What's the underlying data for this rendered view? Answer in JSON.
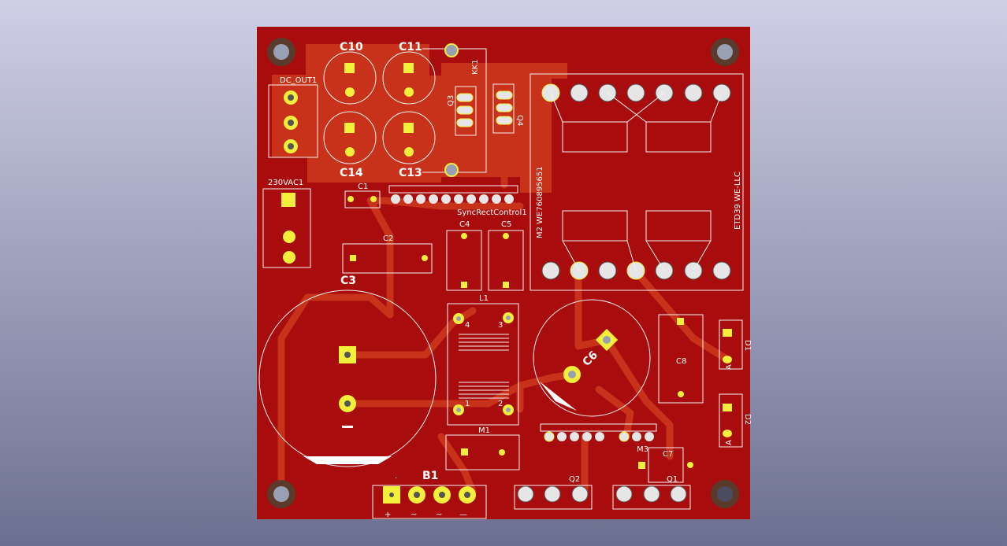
{
  "board": {
    "board_color": "#a80c0c",
    "copper_color": "#c9321a",
    "pad_color": "#f4ef3a"
  },
  "refs": {
    "c10": "C10",
    "c11": "C11",
    "c13": "C13",
    "c14": "C14",
    "kk1": "KK1",
    "q3": "Q3",
    "q4": "Q4",
    "dc_out1": "DC_OUT1",
    "vac": "230VAC1",
    "c1": "C1",
    "c2": "C2",
    "c3": "C3",
    "c4": "C4",
    "c5": "C5",
    "sync": "SyncRectControl1",
    "m2": "M2 WE760895651",
    "etd": "ETD39 WE-LLC",
    "l1": "L1",
    "l1_p1": "1",
    "l1_p2": "2",
    "l1_p3": "3",
    "l1_p4": "4",
    "c6": "C6",
    "c8": "C8",
    "d1": "D1",
    "d2": "D2",
    "anode": "A",
    "m1": "M1",
    "m3": "M3",
    "c7": "C7",
    "q1": "Q1",
    "q2": "Q2",
    "b1": "B1",
    "plus": "+",
    "ac1": "~",
    "ac2": "~",
    "minus": "—",
    "dot": "."
  }
}
